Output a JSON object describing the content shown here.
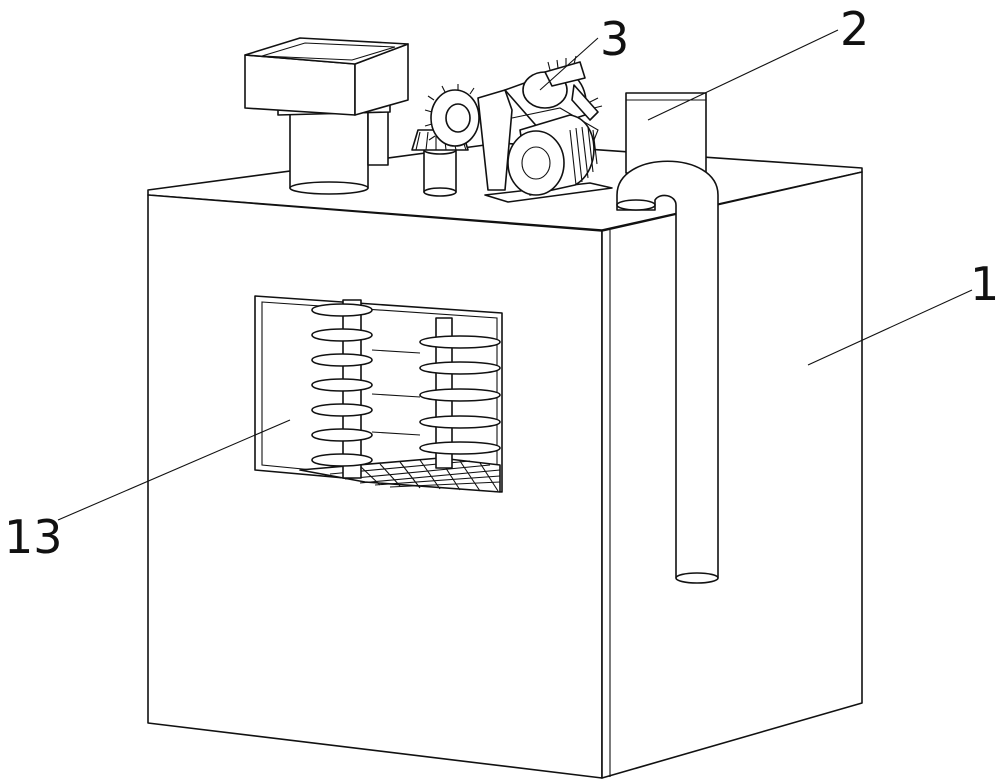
{
  "labels": [
    {
      "id": "label-1",
      "text": "1"
    },
    {
      "id": "label-2",
      "text": "2"
    },
    {
      "id": "label-3",
      "text": "3"
    },
    {
      "id": "label-13",
      "text": "13"
    }
  ]
}
